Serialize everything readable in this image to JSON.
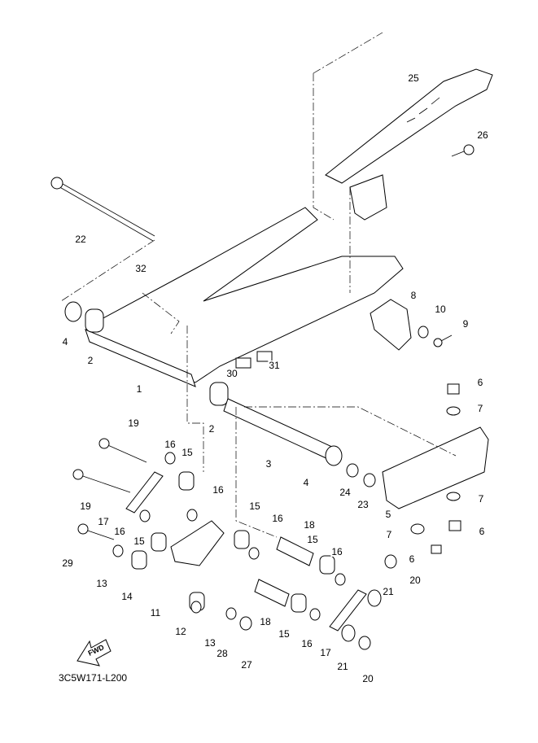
{
  "diagram": {
    "callouts": [
      "25",
      "26",
      "22",
      "32",
      "8",
      "10",
      "9",
      "4",
      "2",
      "1",
      "30",
      "31",
      "6",
      "7",
      "2",
      "19",
      "16",
      "15",
      "3",
      "4",
      "24",
      "23",
      "16",
      "19",
      "17",
      "16",
      "15",
      "7",
      "5",
      "15",
      "16",
      "18",
      "7",
      "6",
      "29",
      "13",
      "14",
      "11",
      "15",
      "16",
      "21",
      "20",
      "6",
      "12",
      "13",
      "28",
      "27",
      "18",
      "15",
      "16",
      "17",
      "21",
      "20"
    ],
    "fwd_label": "FWD",
    "figure_code": "3C5W171-L200"
  }
}
